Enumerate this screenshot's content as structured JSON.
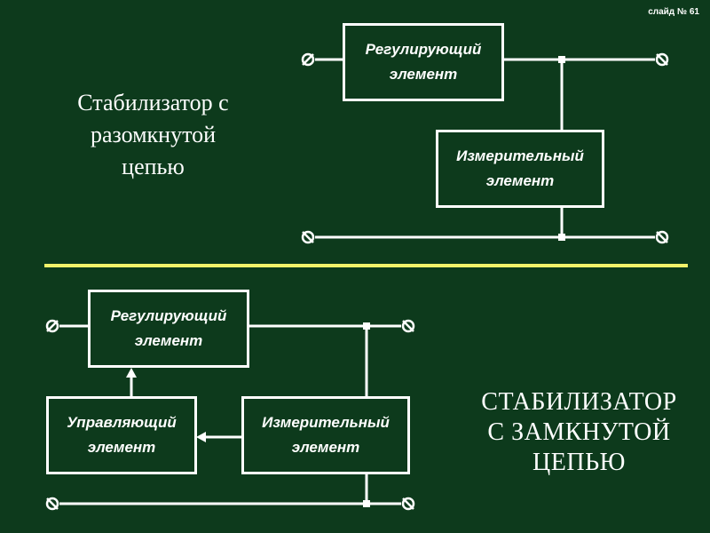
{
  "slide_label": "слайд № 61",
  "top_diagram": {
    "title_lines": [
      "Стабилизатор с",
      "разомкнутой",
      "цепью"
    ],
    "regulating_block": [
      "Регулирующий",
      "элемент"
    ],
    "measuring_block": [
      "Измерительный",
      "элемент"
    ]
  },
  "bottom_diagram": {
    "title_lines": [
      "СТАБИЛИЗАТОР",
      "С ЗАМКНУТОЙ",
      "ЦЕПЬЮ"
    ],
    "regulating_block": [
      "Регулирующий",
      "элемент"
    ],
    "control_block": [
      "Управляющий",
      "элемент"
    ],
    "measuring_block": [
      "Измерительный",
      "элемент"
    ]
  },
  "colors": {
    "background": "#0d3a1c",
    "wire": "#ffffff",
    "divider": "#f2f26a"
  }
}
